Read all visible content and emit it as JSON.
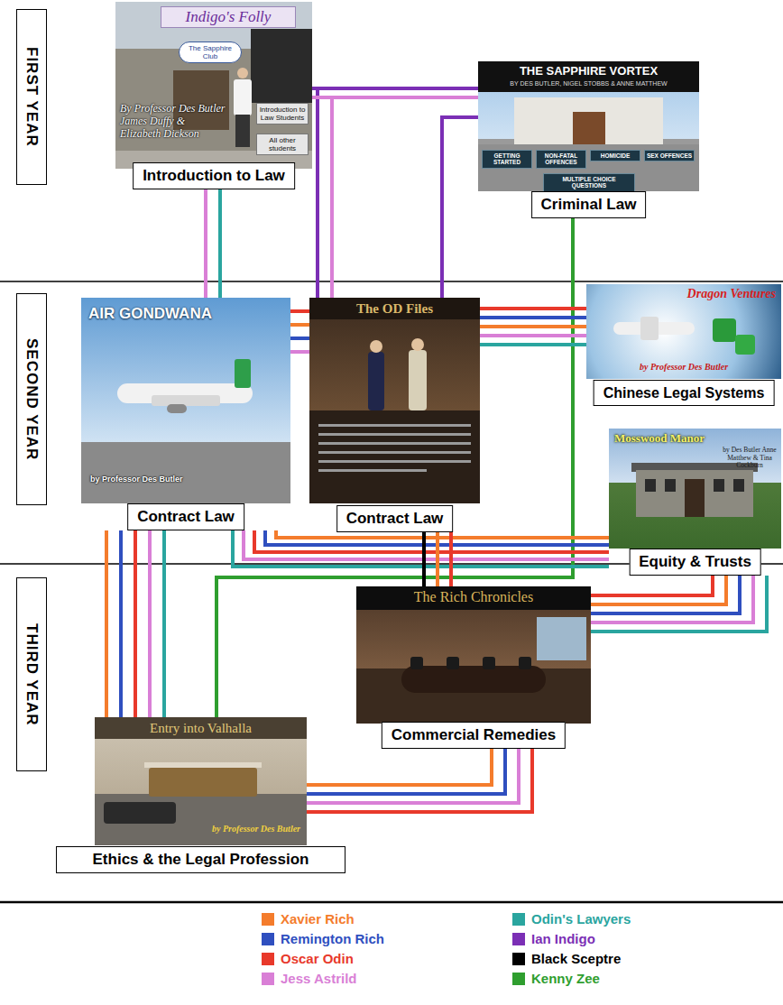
{
  "diagram": {
    "nodes": [
      {
        "text": [
          "FIRST YEAR"
        ]
      },
      {
        "text": [
          "SECOND YEAR"
        ]
      },
      {
        "text": [
          "THIRD YEAR"
        ]
      },
      {
        "text": [
          "Indigo's Folly",
          "The Sapphire Club",
          "By Professor Des Butler James Duffy & Elizabeth Dickson",
          "Introduction to Law Students",
          "All other students",
          "Introduction to Law"
        ]
      },
      {
        "text": [
          "THE SAPPHIRE VORTEX",
          "BY DES BUTLER, NIGEL STOBBS & ANNE MATTHEW",
          "GETTING STARTED",
          "NON-FATAL OFFENCES",
          "HOMICIDE",
          "SEX OFFENCES",
          "MULTIPLE CHOICE QUESTIONS",
          "Criminal Law"
        ]
      },
      {
        "text": [
          "AIR GONDWANA",
          "by Professor Des Butler",
          "Contract Law"
        ]
      },
      {
        "text": [
          "The OD Files",
          "Contract Law"
        ]
      },
      {
        "text": [
          "Dragon Ventures",
          "by Professor Des Butler",
          "Chinese Legal Systems"
        ]
      },
      {
        "text": [
          "Mosswood Manor",
          "by Des Butler Anne Matthew & Tina Cockburn",
          "Equity & Trusts"
        ]
      },
      {
        "text": [
          "The Rich Chronicles",
          "Commercial Remedies"
        ]
      },
      {
        "text": [
          "Entry into Valhalla",
          "by Professor Des Butler",
          "Ethics & the Legal Profession"
        ]
      }
    ],
    "edges": [
      {
        "from": 3,
        "to": 4,
        "arrow": "none"
      },
      {
        "from": 3,
        "to": 4,
        "arrow": "none"
      },
      {
        "from": 3,
        "to": 5,
        "arrow": "none"
      },
      {
        "from": 3,
        "to": 5,
        "arrow": "none"
      },
      {
        "from": 3,
        "to": 6,
        "arrow": "none"
      },
      {
        "from": 3,
        "to": 6,
        "arrow": "none"
      },
      {
        "from": 4,
        "to": 6,
        "arrow": "none"
      },
      {
        "from": 4,
        "to": 10,
        "arrow": "none"
      },
      {
        "from": 5,
        "to": 6,
        "arrow": "none"
      },
      {
        "from": 5,
        "to": 6,
        "arrow": "none"
      },
      {
        "from": 5,
        "to": 6,
        "arrow": "none"
      },
      {
        "from": 5,
        "to": 6,
        "arrow": "none"
      },
      {
        "from": 6,
        "to": 7,
        "arrow": "none"
      },
      {
        "from": 6,
        "to": 7,
        "arrow": "none"
      },
      {
        "from": 6,
        "to": 7,
        "arrow": "none"
      },
      {
        "from": 6,
        "to": 7,
        "arrow": "none"
      },
      {
        "from": 6,
        "to": 7,
        "arrow": "none"
      },
      {
        "from": 5,
        "to": 8,
        "arrow": "none"
      },
      {
        "from": 5,
        "to": 8,
        "arrow": "none"
      },
      {
        "from": 5,
        "to": 8,
        "arrow": "none"
      },
      {
        "from": 5,
        "to": 8,
        "arrow": "none"
      },
      {
        "from": 5,
        "to": 8,
        "arrow": "none"
      },
      {
        "from": 6,
        "to": 9,
        "arrow": "none"
      },
      {
        "from": 6,
        "to": 9,
        "arrow": "none"
      },
      {
        "from": 6,
        "to": 9,
        "arrow": "none"
      },
      {
        "from": 8,
        "to": 9,
        "arrow": "none"
      },
      {
        "from": 8,
        "to": 9,
        "arrow": "none"
      },
      {
        "from": 8,
        "to": 9,
        "arrow": "none"
      },
      {
        "from": 8,
        "to": 9,
        "arrow": "none"
      },
      {
        "from": 8,
        "to": 9,
        "arrow": "none"
      },
      {
        "from": 9,
        "to": 10,
        "arrow": "none"
      },
      {
        "from": 9,
        "to": 10,
        "arrow": "none"
      },
      {
        "from": 9,
        "to": 10,
        "arrow": "none"
      },
      {
        "from": 9,
        "to": 10,
        "arrow": "none"
      },
      {
        "from": 5,
        "to": 10,
        "arrow": "none"
      },
      {
        "from": 5,
        "to": 10,
        "arrow": "none"
      },
      {
        "from": 5,
        "to": 10,
        "arrow": "none"
      },
      {
        "from": 5,
        "to": 10,
        "arrow": "none"
      },
      {
        "from": 5,
        "to": 10,
        "arrow": "none"
      }
    ],
    "legend": [
      {
        "text": "Xavier Rich",
        "color": "#f47c2c"
      },
      {
        "text": "Remington Rich",
        "color": "#2f4fbf"
      },
      {
        "text": "Oscar Odin",
        "color": "#e8392b"
      },
      {
        "text": "Jess Astrild",
        "color": "#d97fd6"
      },
      {
        "text": "Odin's Lawyers",
        "color": "#2aa59f"
      },
      {
        "text": "Ian Indigo",
        "color": "#7b2fb5"
      },
      {
        "text": "Black Sceptre",
        "color": "#000000"
      },
      {
        "text": "Kenny Zee",
        "color": "#2f9e2f"
      }
    ]
  }
}
